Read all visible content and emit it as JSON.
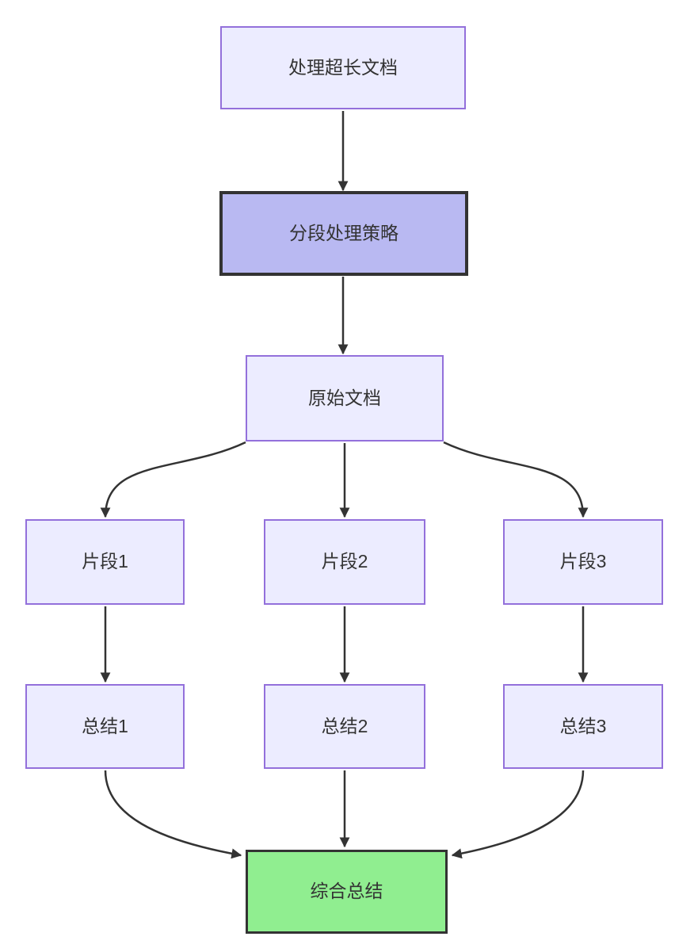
{
  "diagram": {
    "type": "flowchart",
    "direction": "top-down",
    "nodes": [
      {
        "id": "A",
        "label": "处理超长文档",
        "style": "default"
      },
      {
        "id": "B",
        "label": "分段处理策略",
        "style": "highlight"
      },
      {
        "id": "C",
        "label": "原始文档",
        "style": "default"
      },
      {
        "id": "D",
        "label": "片段1",
        "style": "default"
      },
      {
        "id": "E",
        "label": "片段2",
        "style": "default"
      },
      {
        "id": "F",
        "label": "片段3",
        "style": "default"
      },
      {
        "id": "G",
        "label": "总结1",
        "style": "default"
      },
      {
        "id": "H",
        "label": "总结2",
        "style": "default"
      },
      {
        "id": "I",
        "label": "总结3",
        "style": "default"
      },
      {
        "id": "J",
        "label": "综合总结",
        "style": "success"
      }
    ],
    "edges": [
      {
        "from": "A",
        "to": "B"
      },
      {
        "from": "B",
        "to": "C"
      },
      {
        "from": "C",
        "to": "D"
      },
      {
        "from": "C",
        "to": "E"
      },
      {
        "from": "C",
        "to": "F"
      },
      {
        "from": "D",
        "to": "G"
      },
      {
        "from": "E",
        "to": "H"
      },
      {
        "from": "F",
        "to": "I"
      },
      {
        "from": "G",
        "to": "J"
      },
      {
        "from": "H",
        "to": "J"
      },
      {
        "from": "I",
        "to": "J"
      }
    ],
    "colors": {
      "background": "#ffffff",
      "node_fill": "#ECECFF",
      "node_border": "#9370DB",
      "highlight_fill": "#b9b9f2",
      "highlight_border": "#333333",
      "success_fill": "#90EE90",
      "success_border": "#333333",
      "edge": "#333333",
      "text": "#333333"
    }
  }
}
